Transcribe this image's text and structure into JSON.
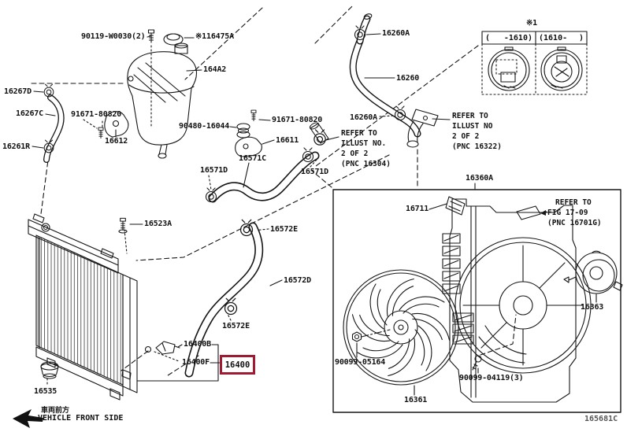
{
  "page": {
    "code": "165681C"
  },
  "highlight_color": "#9e1b32",
  "labels": {
    "p90119": "90119-W0030(2)",
    "p116475A": "※116475A",
    "p164A2": "164A2",
    "p16267D": "16267D",
    "p16267C": "16267C",
    "p91671L": "91671-80820",
    "p16612": "16612",
    "p16261R": "16261R",
    "p90480": "90480-16044",
    "p16611": "16611",
    "p91671R": "91671-80820",
    "p16571C": "16571C",
    "p16571D_a": "16571D",
    "p16571D_b": "16571D",
    "p16260A_a": "16260A",
    "p16260": "16260",
    "p16260A_b": "16260A",
    "p16523A": "16523A",
    "p16572E_a": "16572E",
    "p16572D": "16572D",
    "p16572E_b": "16572E",
    "p16400B": "16400B",
    "p16400F": "16400F",
    "p16400": "16400",
    "p16535": "16535",
    "p16360A": "16360A",
    "p16711": "16711",
    "p16363": "16363",
    "p16361": "16361",
    "p90099a": "90099-05164",
    "p90099b": "90099-04119(3)"
  },
  "notes": {
    "refer_16304": [
      "REFER TO",
      "ILLUST NO.",
      "2 OF 2",
      "(PNC 16304)"
    ],
    "refer_16322": [
      "REFER TO",
      "ILLUST NO",
      "2 OF 2",
      "(PNC 16322)"
    ],
    "refer_fig": [
      "REFER TO",
      "FIG 17-09",
      "(PNC 16701G)"
    ]
  },
  "inset": {
    "marker": "※1",
    "left_open": "(",
    "left_label": "-1610)",
    "right_label": "(1610-",
    "right_close": ")"
  },
  "footer": {
    "jp": "車両前方",
    "en": "VEHICLE FRONT SIDE"
  }
}
